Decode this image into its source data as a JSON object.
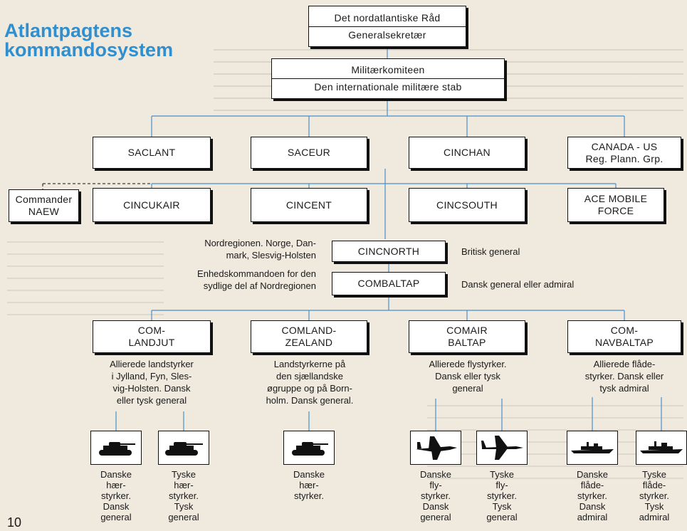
{
  "title": {
    "line1": "Atlantpagtens",
    "line2": "kommandosystem"
  },
  "page_number": "10",
  "top": {
    "council": "Det nordatlantiske Råd",
    "secretary": "Generalsekretær",
    "military": "Militærkomiteen",
    "staff": "Den internationale militære stab"
  },
  "level1": {
    "saclant": "SACLANT",
    "saceur": "SACEUR",
    "cinchan": "CINCHAN",
    "canada_us_1": "CANADA - US",
    "canada_us_2": "Reg. Plann. Grp."
  },
  "level2": {
    "naew_1": "Commander",
    "naew_2": "NAEW",
    "cincukair": "CINCUKAIR",
    "cincent": "CINCENT",
    "cincsouth": "CINCSOUTH",
    "amf_1": "ACE MOBILE",
    "amf_2": "FORCE"
  },
  "north": {
    "cincnorth": "CINCNORTH",
    "combaltap": "COMBALTAP",
    "left_note_1": "Nordregionen. Norge, Dan-",
    "left_note_2": "mark, Slesvig-Holsten",
    "left_note_3": "Enhedskommandoen for den",
    "left_note_4": "sydlige del af Nordregionen",
    "right_note_1": "Britisk general",
    "right_note_2": "Dansk general eller admiral"
  },
  "commands": [
    {
      "l1": "COM-",
      "l2": "LANDJUT",
      "desc": [
        "Allierede landstyrker",
        "i Jylland, Fyn, Sles-",
        "vig-Holsten. Dansk",
        "eller tysk general"
      ]
    },
    {
      "l1": "COMLAND-",
      "l2": "ZEALAND",
      "desc": [
        "Landstyrkerne på",
        "den sjællandske",
        "øgruppe og på Born-",
        "holm. Dansk general."
      ]
    },
    {
      "l1": "COMAIR",
      "l2": "BALTAP",
      "desc": [
        "Allierede flystyrker.",
        "Dansk eller tysk",
        "general"
      ]
    },
    {
      "l1": "COM-",
      "l2": "NAVBALTAP",
      "desc": [
        "Allierede flåde-",
        "styrker. Dansk eller",
        "tysk admiral"
      ]
    }
  ],
  "forces": [
    {
      "icon": "tank-icon",
      "lines": [
        "Danske",
        "hær-",
        "styrker.",
        "Dansk",
        "general"
      ]
    },
    {
      "icon": "tank-icon",
      "lines": [
        "Tyske",
        "hær-",
        "styrker.",
        "Tysk",
        "general"
      ]
    },
    {
      "icon": "tank-icon",
      "lines": [
        "Danske",
        "hær-",
        "styrker."
      ]
    },
    {
      "icon": "jet-icon",
      "lines": [
        "Danske",
        "fly-",
        "styrker.",
        "Dansk",
        "general"
      ]
    },
    {
      "icon": "jet-icon",
      "lines": [
        "Tyske",
        "fly-",
        "styrker.",
        "Tysk",
        "general"
      ]
    },
    {
      "icon": "ship-icon",
      "lines": [
        "Danske",
        "flåde-",
        "styrker.",
        "Dansk",
        "admiral"
      ]
    },
    {
      "icon": "ship-icon",
      "lines": [
        "Tyske",
        "flåde-",
        "styrker.",
        "Tysk",
        "admiral"
      ]
    }
  ],
  "colors": {
    "title": "#2f8fcf",
    "connector": "#4a90c9",
    "paper": "#efe9de"
  }
}
